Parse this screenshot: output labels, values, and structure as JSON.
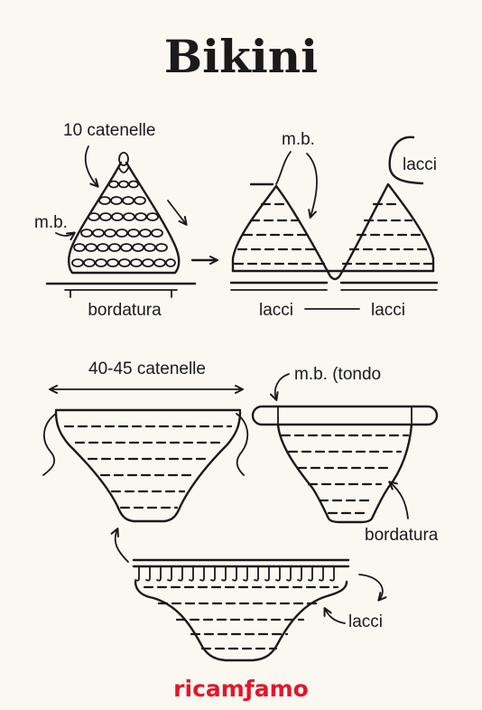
{
  "title": "Bikini",
  "top": {
    "chain_label": "10 catenelle",
    "mb_label": "m.b.",
    "border_label": "bordatura"
  },
  "top_finished": {
    "mb_label": "m.b.",
    "ties_top_label": "lacci",
    "ties_left_label": "lacci",
    "ties_right_label": "lacci"
  },
  "bottom_front": {
    "chain_label": "40-45 catenelle"
  },
  "bottom_back": {
    "mb_label": "m.b. (tondo",
    "border_label": "bordatura"
  },
  "bottom_detail": {
    "ties_label": "lacci"
  },
  "brand": {
    "name_start": "ricam",
    "name_end": "amo",
    "accent_color": "#e0182a"
  }
}
